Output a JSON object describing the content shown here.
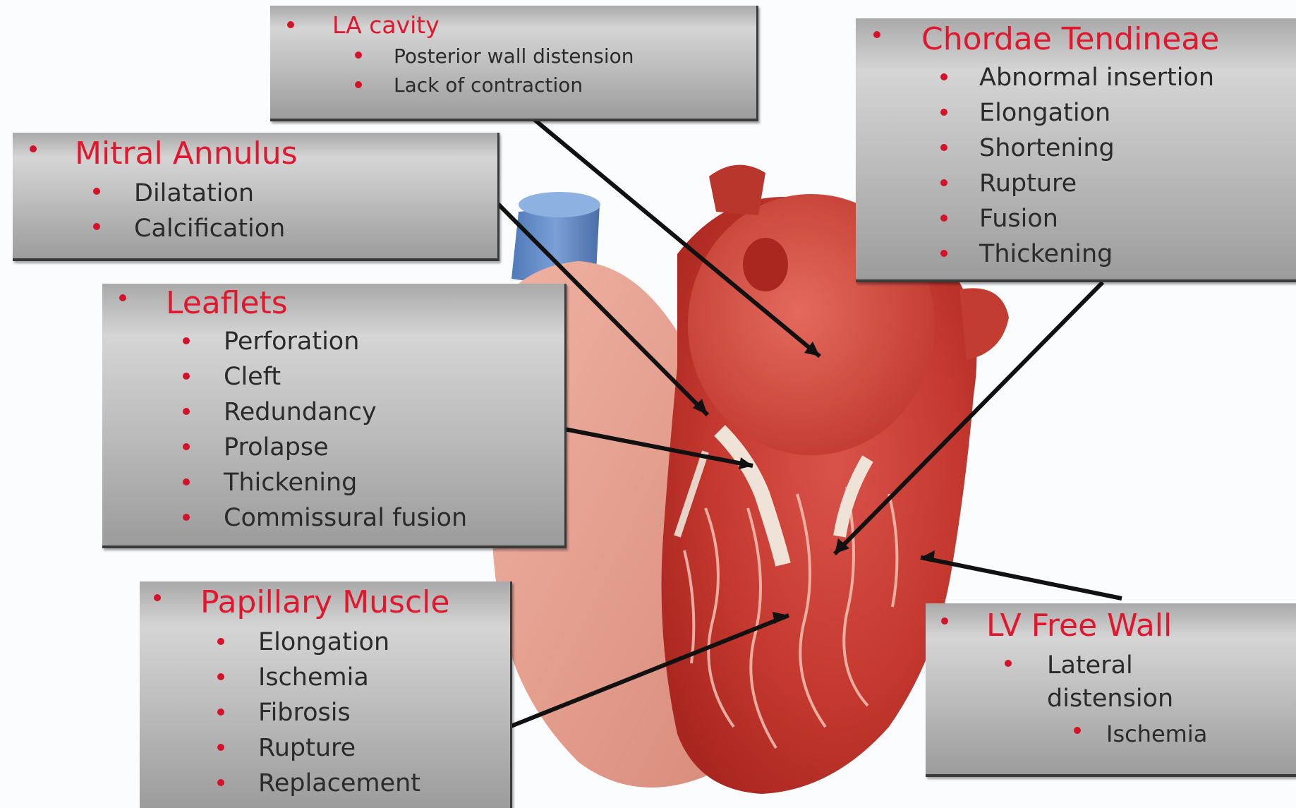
{
  "colors": {
    "title": "#e0172d",
    "bullet": "#d4122a",
    "text": "#2b2b2b",
    "box": "#bdbdbd",
    "leader": "#111111"
  },
  "la_cavity": {
    "title": "LA cavity",
    "items": [
      "Posterior wall distension",
      "Lack of contraction"
    ]
  },
  "mitral_annulus": {
    "title": "Mitral Annulus",
    "items": [
      "Dilatation",
      "Calcification"
    ]
  },
  "leaflets": {
    "title": "Leaflets",
    "items": [
      "Perforation",
      "Cleft",
      "Redundancy",
      "Prolapse",
      "Thickening",
      "Commissural fusion"
    ]
  },
  "papillary_muscle": {
    "title": "Papillary Muscle",
    "items": [
      "Elongation",
      "Ischemia",
      "Fibrosis",
      "Rupture",
      "Replacement"
    ]
  },
  "chordae": {
    "title": "Chordae Tendineae",
    "items": [
      "Abnormal insertion",
      "Elongation",
      "Shortening",
      "Rupture",
      "Fusion",
      "Thickening"
    ]
  },
  "lv_free_wall": {
    "title": "LV Free Wall",
    "items": [
      "Lateral",
      "distension"
    ],
    "subitems": [
      "Ischemia"
    ]
  }
}
